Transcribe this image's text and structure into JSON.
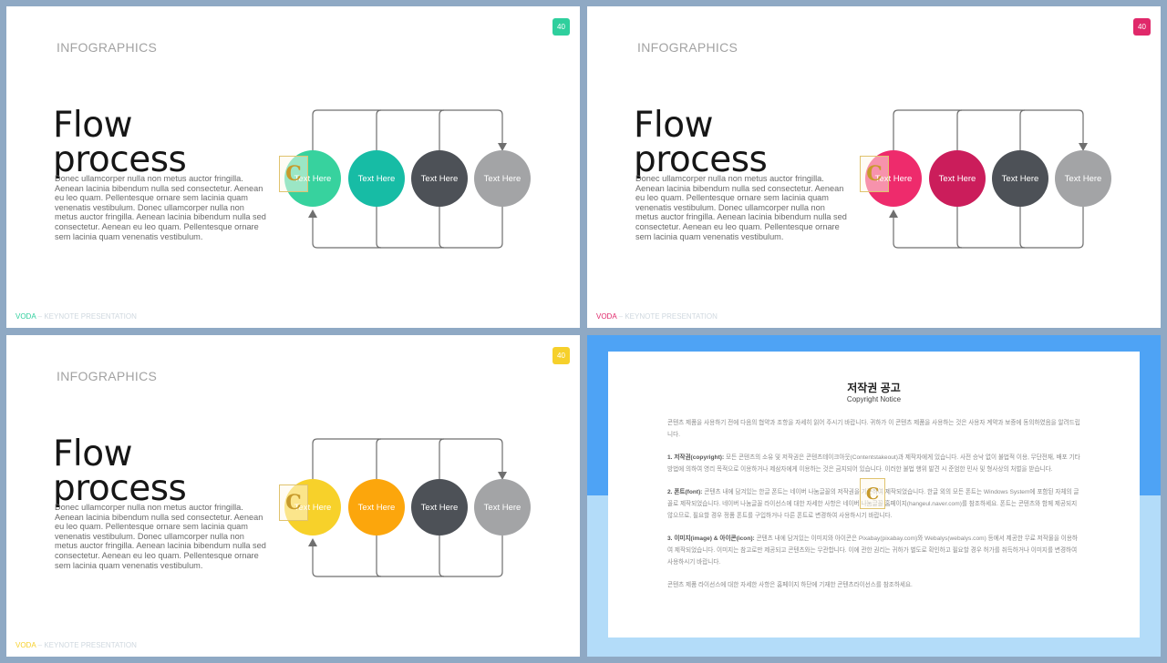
{
  "slides": [
    {
      "badge": "40",
      "badge_color": "#2fcf9d",
      "kicker": "INFOGRAPHICS",
      "title_line1": "Flow",
      "title_line2": "process",
      "body": "Donec ullamcorper nulla non metus auctor fringilla. Aenean lacinia bibendum nulla sed consectetur. Aenean eu leo quam. Pellentesque ornare sem lacinia quam venenatis vestibulum. Donec ullamcorper nulla non metus auctor fringilla. Aenean lacinia bibendum nulla sed consectetur. Aenean eu leo quam. Pellentesque ornare sem lacinia quam venenatis vestibulum.",
      "footer_brand": "VODA",
      "footer_text": "– KEYNOTE PRESENTATION",
      "accent": "#2fcf9d",
      "circles": [
        {
          "label": "Text Here",
          "color": "#37d29e"
        },
        {
          "label": "Text Here",
          "color": "#17bca5"
        },
        {
          "label": "Text Here",
          "color": "#4d5157"
        },
        {
          "label": "Text Here",
          "color": "#a3a4a6"
        }
      ]
    },
    {
      "badge": "40",
      "badge_color": "#e0286a",
      "kicker": "INFOGRAPHICS",
      "title_line1": "Flow",
      "title_line2": "process",
      "body": "Donec ullamcorper nulla non metus auctor fringilla. Aenean lacinia bibendum nulla sed consectetur. Aenean eu leo quam. Pellentesque ornare sem lacinia quam venenatis vestibulum. Donec ullamcorper nulla non metus auctor fringilla. Aenean lacinia bibendum nulla sed consectetur. Aenean eu leo quam. Pellentesque ornare sem lacinia quam venenatis vestibulum.",
      "footer_brand": "VODA",
      "footer_text": "– KEYNOTE PRESENTATION",
      "accent": "#e0286a",
      "circles": [
        {
          "label": "Text Here",
          "color": "#ee2b6c"
        },
        {
          "label": "Text Here",
          "color": "#cb1d5b"
        },
        {
          "label": "Text Here",
          "color": "#4d5157"
        },
        {
          "label": "Text Here",
          "color": "#a3a4a6"
        }
      ]
    },
    {
      "badge": "40",
      "badge_color": "#f6d02b",
      "kicker": "INFOGRAPHICS",
      "title_line1": "Flow",
      "title_line2": "process",
      "body": "Donec ullamcorper nulla non metus auctor fringilla. Aenean lacinia bibendum nulla sed consectetur. Aenean eu leo quam. Pellentesque ornare sem lacinia quam venenatis vestibulum. Donec ullamcorper nulla non metus auctor fringilla. Aenean lacinia bibendum nulla sed consectetur. Aenean eu leo quam. Pellentesque ornare sem lacinia quam venenatis vestibulum.",
      "footer_brand": "VODA",
      "footer_text": "– KEYNOTE PRESENTATION",
      "accent": "#f6d02b",
      "circles": [
        {
          "label": "Text Here",
          "color": "#f7d12a"
        },
        {
          "label": "Text Here",
          "color": "#fca60c"
        },
        {
          "label": "Text Here",
          "color": "#4d5157"
        },
        {
          "label": "Text Here",
          "color": "#a3a4a6"
        }
      ]
    }
  ],
  "notice": {
    "title": "저작권 공고",
    "subtitle": "Copyright Notice",
    "intro": "콘텐츠 제품을 사용하기 전에 다음의 협약과 조항을 자세히 읽어 주시기 바랍니다. 귀하가 이 콘텐츠 제품을 사용하는 것은 사용자 계약과 보증에 동의하였음을 알려드립니다.",
    "p1_head": "1. 저작권(copyright):",
    "p1": "모든 콘텐츠의 소유 및 저작권은 콘텐츠테이크아웃(Contentstakeout)과 제작자에게 있습니다. 사전 승낙 없이 불법적 이용, 무단전재, 배포 기타 방법에 의하여 영리 목적으로 이용하거나 제삼자에게 이용하는 것은 금지되어 있습니다. 이러한 불법 행위 발견 시 준엄한 민사 및 형사상의 처벌을 받습니다.",
    "p2_head": "2. 폰트(font):",
    "p2": "콘텐츠 내에 담겨있는 한글 폰트는 네이버 나눔글꼴의 저작권을 기준하여 제작되었습니다. 한글 외의 모든 폰트는 Windows System에 포함된 자체의 글꼴로 제작되었습니다. 네이버 나눔글꼴 라이선스에 대한 자세한 사항은 네이버 나눔글꼴 홈페이지(hangeul.naver.com)를 참조하세요. 폰트는 콘텐츠와 함께 제공되지 않으므로, 필요할 경우 정품 폰트를 구입하거나 다른 폰트로 변경하여 사용하시기 바랍니다.",
    "p3_head": "3. 이미지(image) & 아이콘(icon):",
    "p3": "콘텐츠 내에 담겨있는 이미지와 아이콘은 Pixabay(pixabay.com)와 Webalys(webalys.com) 등에서 제공한 무료 저작물을 이용하여 제작되었습니다. 이미지는 참고로만 제공되고 콘텐츠와는 무관합니다. 이에 관한 권리는 귀하가 별도로 확인하고 필요할 경우 허가를 취득하거나 이미지를 변경하여 사용하시기 바랍니다.",
    "outro": "콘텐츠 제품 라이선스에 대한 자세한 사항은 홈페이지 하단에 기재한 콘텐츠라이선스를 참조하세요."
  },
  "watermark": "C"
}
